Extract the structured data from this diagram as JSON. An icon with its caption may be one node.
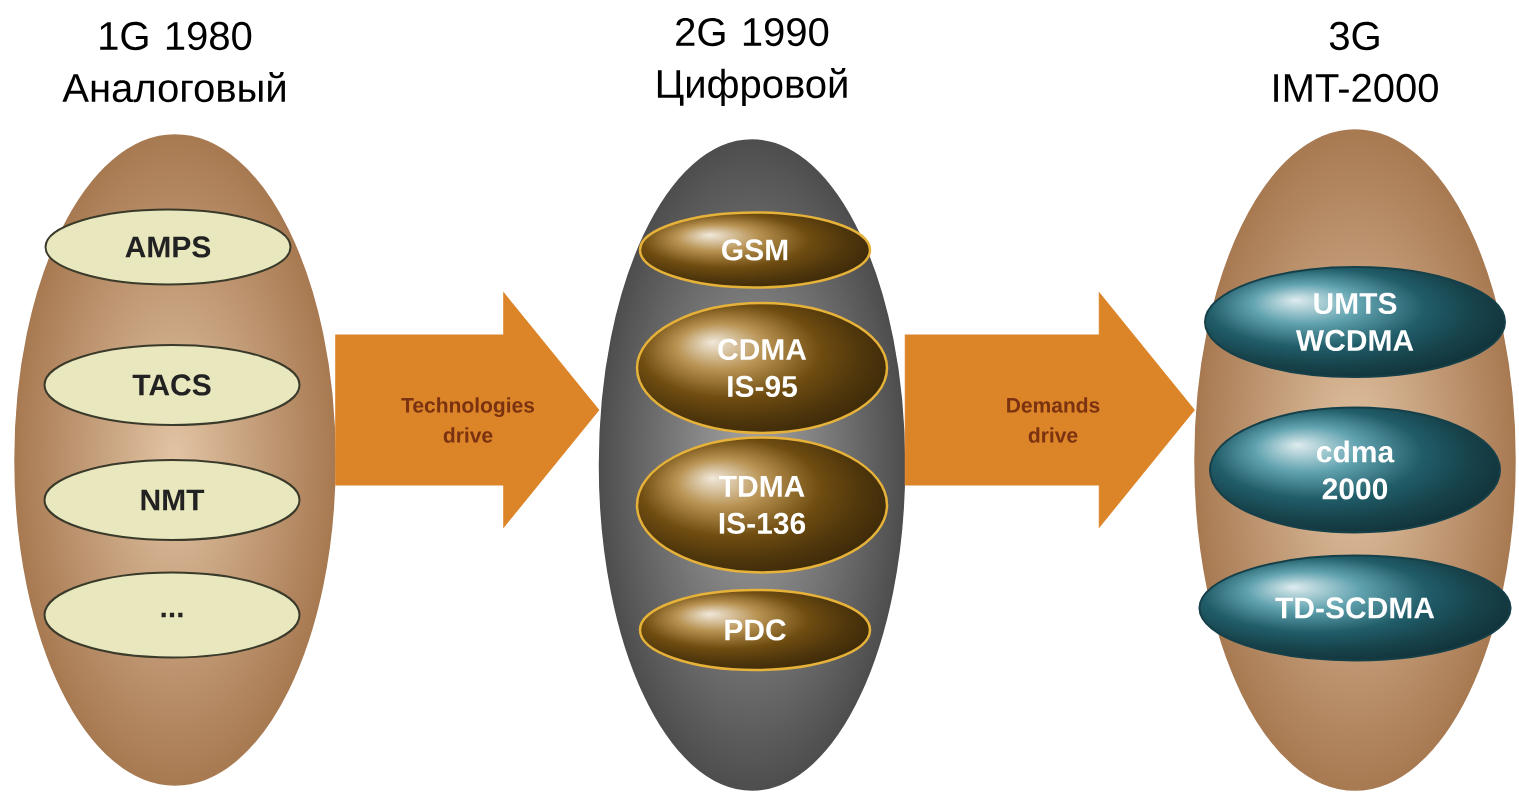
{
  "diagram": {
    "nodes": [
      {
        "text": [
          "1G 1980 Аналоговый"
        ]
      },
      {
        "text": [
          "AMPS"
        ],
        "in": 0
      },
      {
        "text": [
          "TACS"
        ],
        "in": 0
      },
      {
        "text": [
          "NMT"
        ],
        "in": 0
      },
      {
        "text": [
          "..."
        ],
        "in": 0
      },
      {
        "text": [
          "2G 1990 Цифровой"
        ]
      },
      {
        "text": [
          "GSM"
        ],
        "in": 5
      },
      {
        "text": [
          "CDMA IS-95"
        ],
        "in": 5
      },
      {
        "text": [
          "TDMA IS-136"
        ],
        "in": 5
      },
      {
        "text": [
          "PDC"
        ],
        "in": 5
      },
      {
        "text": [
          "3G IMT-2000"
        ]
      },
      {
        "text": [
          "UMTS WCDMA"
        ],
        "in": 10
      },
      {
        "text": [
          "cdma 2000"
        ],
        "in": 10
      },
      {
        "text": [
          "TD-SCDMA"
        ],
        "in": 10
      }
    ],
    "edges": [
      {
        "from": 0,
        "to": 5,
        "arrow": "to",
        "label": "Technologies drive"
      },
      {
        "from": 5,
        "to": 10,
        "arrow": "to",
        "label": "Demands drive"
      }
    ]
  }
}
